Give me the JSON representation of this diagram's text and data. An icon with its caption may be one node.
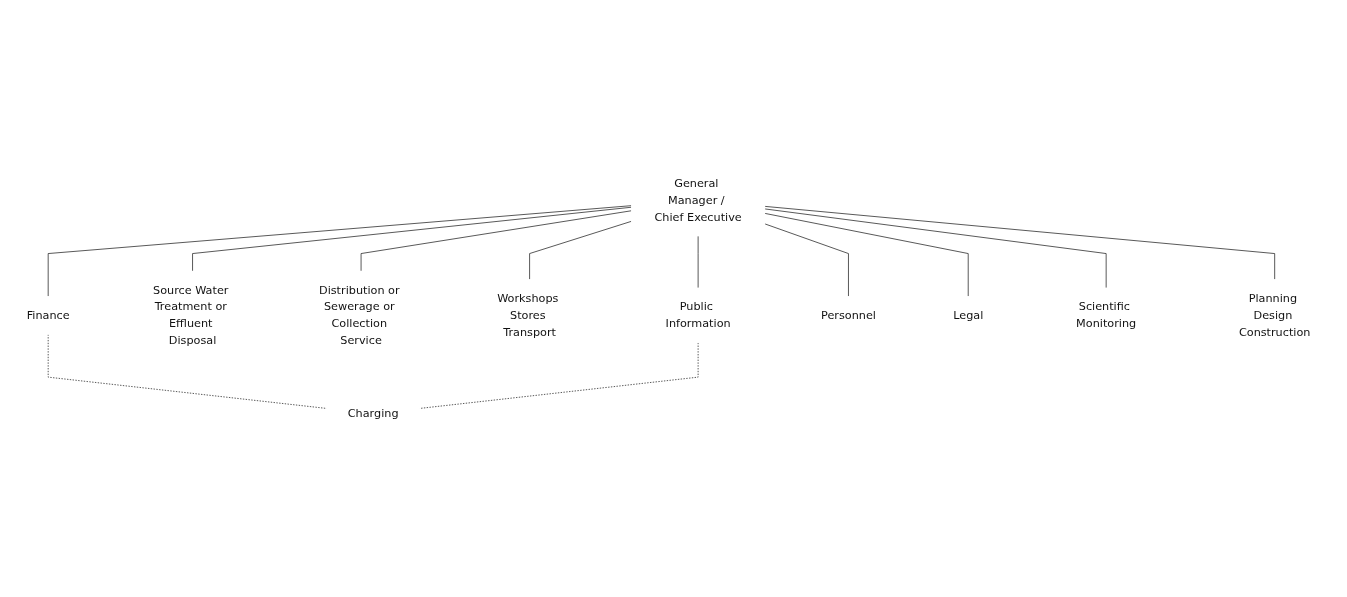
{
  "diagram": {
    "nodes": [
      {
        "text": [
          "General Manager / Chief Executive"
        ]
      },
      {
        "text": [
          "Finance"
        ]
      },
      {
        "text": [
          "Source Water Treatment or Effluent Disposal"
        ]
      },
      {
        "text": [
          "Distribution or Sewerage or Collection Service"
        ]
      },
      {
        "text": [
          "Workshops Stores Transport"
        ]
      },
      {
        "text": [
          "Public Information"
        ]
      },
      {
        "text": [
          "Personnel"
        ]
      },
      {
        "text": [
          "Legal"
        ]
      },
      {
        "text": [
          "Charging"
        ]
      },
      {
        "text": [
          "Scientific Monitoring"
        ]
      },
      {
        "text": [
          "Planning Design Construction"
        ]
      }
    ],
    "edges": [
      {
        "from": 0,
        "to": 2,
        "arrow": "none"
      },
      {
        "from": 0,
        "to": 3,
        "arrow": "none"
      },
      {
        "from": 0,
        "to": 4,
        "arrow": "none"
      },
      {
        "from": 0,
        "to": 1,
        "arrow": "none"
      },
      {
        "from": 0,
        "to": 5,
        "arrow": "none"
      },
      {
        "from": 0,
        "to": 6,
        "arrow": "none"
      },
      {
        "from": 0,
        "to": 7,
        "arrow": "none"
      },
      {
        "from": 0,
        "to": 9,
        "arrow": "none"
      },
      {
        "from": 0,
        "to": 10,
        "arrow": "none"
      },
      {
        "from": 1,
        "to": 8,
        "arrow": "none",
        "style": "dashed"
      },
      {
        "from": 5,
        "to": 8,
        "arrow": "none",
        "style": "dashed"
      }
    ]
  }
}
